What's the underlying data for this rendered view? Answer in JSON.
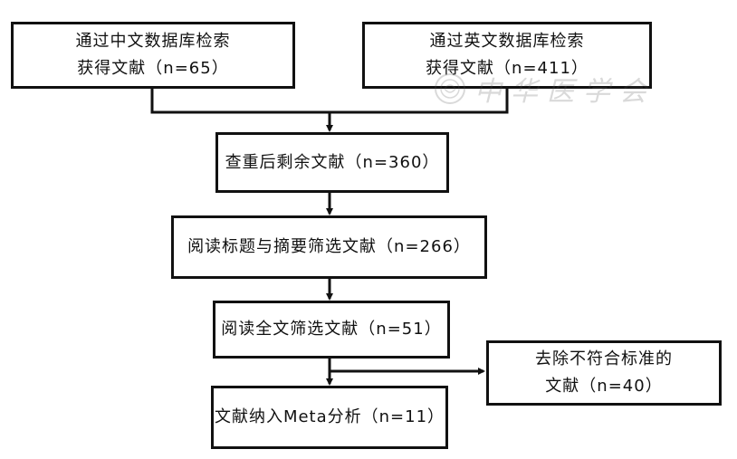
{
  "flowchart": {
    "chinese_search": [
      "通过中文数据库检索",
      "获得文献（n=65）"
    ],
    "english_search": [
      "通过英文数据库检索",
      "获得文献（n=411）"
    ],
    "after_dedup": "查重后剩余文献（n=360）",
    "title_abstract_screen": "阅读标题与摘要筛选文献（n=266）",
    "fulltext_screen": "阅读全文筛选文献（n=51）",
    "excluded": [
      "去除不符合标准的",
      "文献（n=40）"
    ],
    "included_meta": "文献纳入Meta分析（n=11）"
  },
  "watermark": {
    "text": "中华医学会",
    "icon": "seal-icon"
  },
  "colors": {
    "line": "#111111",
    "background": "#ffffff"
  }
}
